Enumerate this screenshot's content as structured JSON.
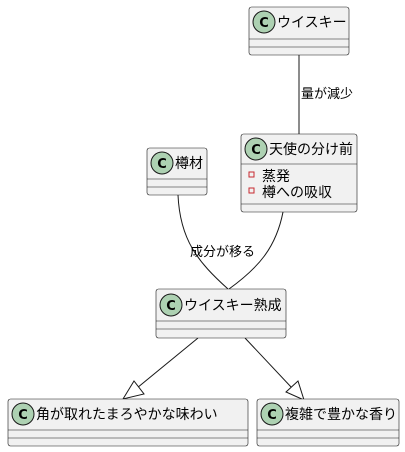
{
  "classes": {
    "whisky": {
      "name": "ウイスキー",
      "stereotype": "C"
    },
    "angels_share": {
      "name": "天使の分け前",
      "stereotype": "C",
      "attributes": [
        {
          "visibility": "-",
          "text": "蒸発"
        },
        {
          "visibility": "-",
          "text": "樽への吸収"
        }
      ]
    },
    "cask": {
      "name": "樽材",
      "stereotype": "C"
    },
    "whisky_maturation": {
      "name": "ウイスキー熟成",
      "stereotype": "C"
    },
    "smooth_taste": {
      "name": "角が取れたまろやかな味わい",
      "stereotype": "C"
    },
    "complex_aroma": {
      "name": "複雑で豊かな香り",
      "stereotype": "C"
    }
  },
  "relations": [
    {
      "from": "ウイスキー",
      "to": "天使の分け前",
      "label": "量が減少",
      "type": "association"
    },
    {
      "from": "樽材",
      "to": "ウイスキー熟成",
      "label": "成分が移る",
      "type": "association"
    },
    {
      "from": "天使の分け前",
      "to": "ウイスキー熟成",
      "label": "",
      "type": "association"
    },
    {
      "from": "ウイスキー熟成",
      "to": "角が取れたまろやかな味わい",
      "label": "",
      "type": "generalization"
    },
    {
      "from": "ウイスキー熟成",
      "to": "複雑で豊かな香り",
      "label": "",
      "type": "generalization"
    }
  ],
  "colors": {
    "class_fill": "#f1f1f1",
    "border": "#181818",
    "spot_fill": "#add1b2",
    "private_marker": "#c82930"
  }
}
